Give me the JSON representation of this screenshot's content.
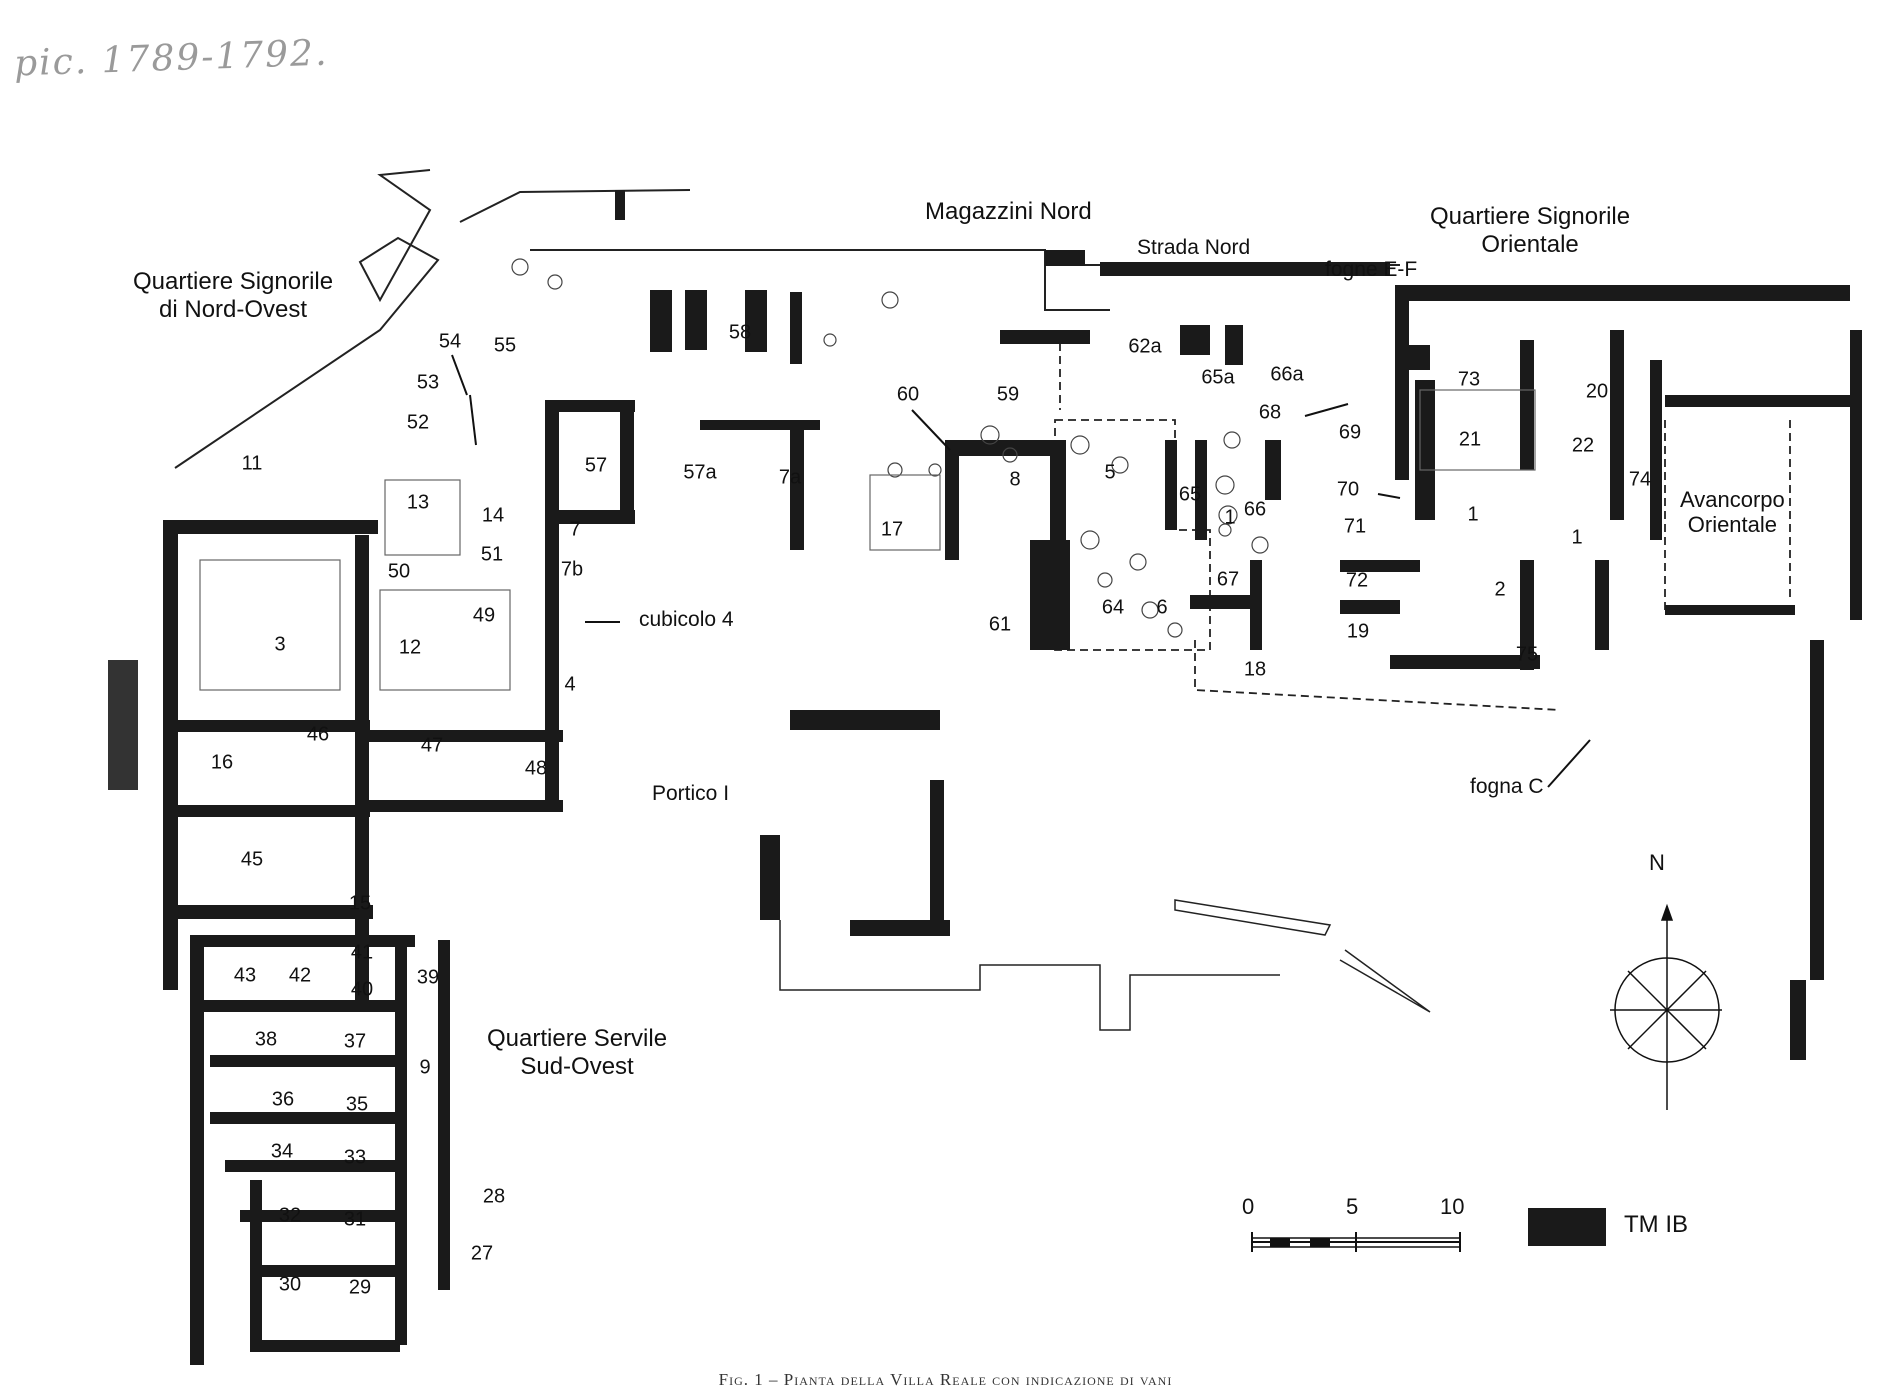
{
  "handwritten_note": "pic. 1789-1792.",
  "caption": "Fig. 1 – Pianta della Villa Reale con indicazione di vani",
  "area_labels": {
    "magazzini_nord": "Magazzini Nord",
    "strada_nord": "Strada Nord",
    "fogne_ef": "fogne E-F",
    "quartiere_signorile_orientale": [
      "Quartiere Signorile",
      "Orientale"
    ],
    "quartiere_signorile_nord_ovest": [
      "Quartiere Signorile",
      "di Nord-Ovest"
    ],
    "avancorpo_orientale": [
      "Avancorpo",
      "Orientale"
    ],
    "cubicolo_4": "cubicolo 4",
    "portico_1": "Portico I",
    "fogna_c": "fogna C",
    "quartiere_servile_sud_ovest": [
      "Quartiere Servile",
      "Sud-Ovest"
    ]
  },
  "rooms": [
    "1",
    "1",
    "1",
    "2",
    "3",
    "4",
    "5",
    "6",
    "7",
    "7a",
    "7b",
    "8",
    "9",
    "11",
    "12",
    "13",
    "14",
    "15",
    "16",
    "17",
    "18",
    "19",
    "20",
    "21",
    "22",
    "27",
    "28",
    "29",
    "30",
    "31",
    "32",
    "33",
    "34",
    "35",
    "36",
    "37",
    "38",
    "39",
    "40",
    "41",
    "42",
    "43",
    "45",
    "46",
    "47",
    "48",
    "49",
    "50",
    "51",
    "52",
    "53",
    "54",
    "55",
    "57",
    "57a",
    "58",
    "59",
    "60",
    "61",
    "62a",
    "64",
    "65",
    "65a",
    "66",
    "66a",
    "67",
    "68",
    "69",
    "70",
    "71",
    "72",
    "73",
    "74",
    "75"
  ],
  "north_label": "N",
  "scale": {
    "ticks": [
      "0",
      "5",
      "10"
    ]
  },
  "legend": {
    "label": "TM IB",
    "swatch_color": "#1a1a1a"
  },
  "colors": {
    "wall": "#1a1a1a",
    "outline": "#222222",
    "paper": "#ffffff"
  }
}
